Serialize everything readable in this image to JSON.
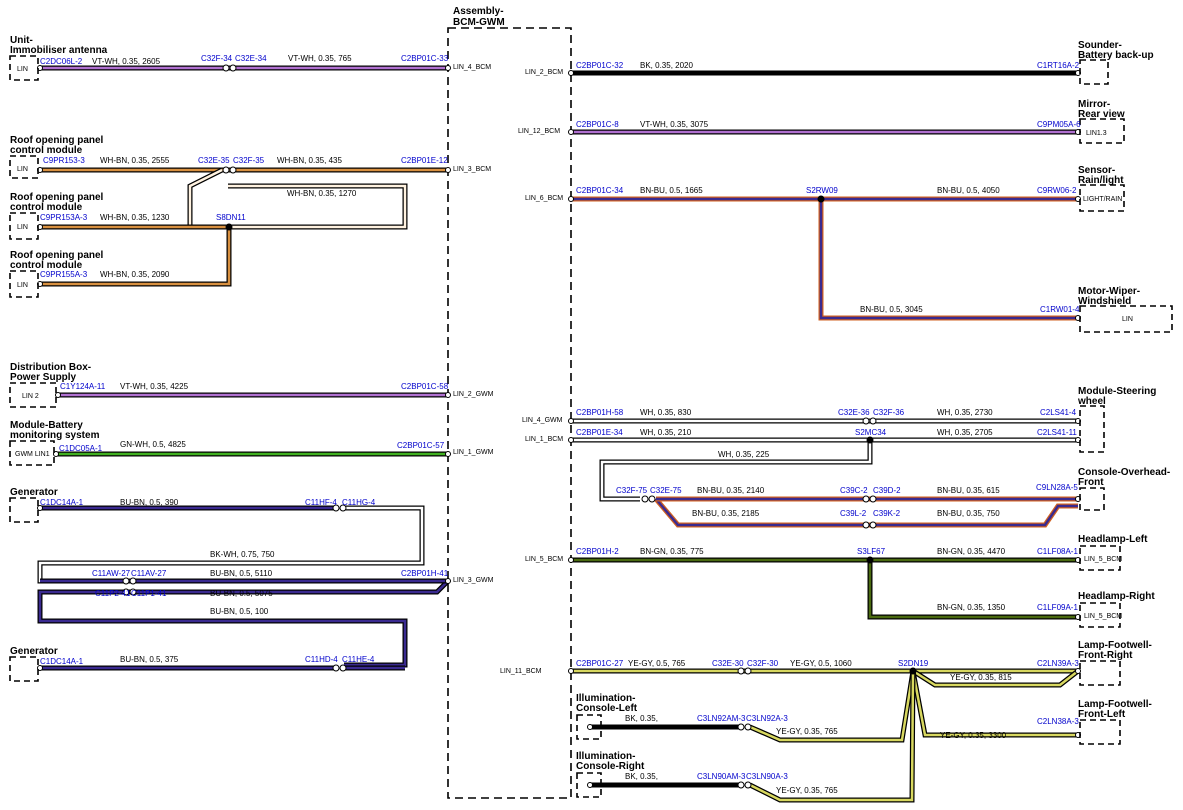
{
  "module": {
    "title_line1": "Assembly-",
    "title_line2": "BCM-GWM"
  },
  "pins": {
    "lin4bcm": "LIN_4_BCM",
    "lin3bcm": "LIN_3_BCM",
    "lin2gwm": "LIN_2_GWM",
    "lin1gwm": "LIN_1_GWM",
    "lin3gwm": "LIN_3_GWM",
    "lin2bcm": "LIN_2_BCM",
    "lin12bcm": "LIN_12_BCM",
    "lin6bcm": "LIN_6_BCM",
    "lin4gwm": "LIN_4_GWM",
    "lin1bcm": "LIN_1_BCM",
    "lin5bcm": "LIN_5_BCM",
    "lin11bcm": "LIN_11_BCM"
  },
  "components": {
    "immob": {
      "l1": "Unit-",
      "l2": "Immobiliser antenna",
      "box": "LIN"
    },
    "roof1": {
      "l1": "Roof opening panel",
      "l2": "control module",
      "box": "LIN"
    },
    "roof2": {
      "l1": "Roof opening panel",
      "l2": "control module",
      "box": "LIN"
    },
    "roof3": {
      "l1": "Roof opening panel",
      "l2": "control module",
      "box": "LIN"
    },
    "dist": {
      "l1": "Distribution Box-",
      "l2": "Power Supply",
      "box": "LIN 2"
    },
    "batt": {
      "l1": "Module-Battery",
      "l2": "monitoring system",
      "box": "GWM LIN1"
    },
    "gen1": {
      "l1": "Generator"
    },
    "gen2": {
      "l1": "Generator"
    },
    "sounder": {
      "l1": "Sounder-",
      "l2": "Battery back-up"
    },
    "mirror": {
      "l1": "Mirror-",
      "l2": "Rear view",
      "box": "LIN1.3"
    },
    "rain": {
      "l1": "Sensor-",
      "l2": "Rain/light",
      "box": "LIGHT/RAIN"
    },
    "wiper": {
      "l1": "Motor-Wiper-",
      "l2": "Windshield",
      "box": "LIN"
    },
    "steer": {
      "l1": "Module-Steering",
      "l2": "wheel"
    },
    "overhead": {
      "l1": "Console-Overhead-",
      "l2": "Front"
    },
    "hlleft": {
      "l1": "Headlamp-Left",
      "box": "LIN_5_BCM"
    },
    "hlright": {
      "l1": "Headlamp-Right",
      "box": "LIN_5_BCM"
    },
    "fwright": {
      "l1": "Lamp-Footwell-",
      "l2": "Front-Right"
    },
    "fwleft": {
      "l1": "Lamp-Footwell-",
      "l2": "Front-Left"
    },
    "illumL": {
      "l1": "Illumination-",
      "l2": "Console-Left"
    },
    "illumR": {
      "l1": "Illumination-",
      "l2": "Console-Right"
    }
  },
  "connectors": {
    "c1": "C2DC06L-2",
    "c2": "C32F-34",
    "c3": "C32E-34",
    "c4": "C2BP01C-33",
    "c5": "C9PR153-3",
    "c6": "C32E-35",
    "c7": "C32F-35",
    "c8": "C2BP01E-12",
    "c9": "C9PR153A-3",
    "c10": "S8DN11",
    "c11": "C9PR155A-3",
    "c12": "C1Y124A-11",
    "c13": "C2BP01C-58",
    "c14": "C1DC05A-1",
    "c15": "C2BP01C-57",
    "c16": "C1DC14A-1",
    "c17": "C11HF-4",
    "c18": "C11HG-4",
    "c19": "C11AW-27",
    "c20": "C11AV-27",
    "c21": "C2BP01H-41",
    "c22": "C11P2-41",
    "c23": "C11P1-41",
    "c24": "C1DC14A-1",
    "c25": "C11HD-4",
    "c26": "C11HE-4",
    "c27": "C2BP01C-32",
    "c28": "C1RT16A-2",
    "c29": "C2BP01C-8",
    "c30": "C9PM05A-6",
    "c31": "C2BP01C-34",
    "c32": "S2RW09",
    "c33": "C9RW06-2",
    "c34": "C1RW01-4",
    "c35": "C2BP01H-58",
    "c36": "C32E-36",
    "c37": "C32F-36",
    "c38": "C2LS41-4",
    "c39": "C2BP01E-34",
    "c40": "S2MC34",
    "c41": "C2LS41-11",
    "c42": "C32F-75",
    "c43": "C32E-75",
    "c44": "C39C-2",
    "c45": "C39D-2",
    "c46": "C9LN28A-5",
    "c47": "C39L-2",
    "c48": "C39K-2",
    "c49": "C2BP01H-2",
    "c50": "S3LF67",
    "c51": "C1LF08A-1",
    "c52": "C1LF09A-1",
    "c53": "C2BP01C-27",
    "c54": "C32E-30",
    "c55": "C32F-30",
    "c56": "S2DN19",
    "c57": "C2LN39A-3",
    "c58": "C2LN38A-3",
    "c59": "C3LN92AM-3",
    "c60": "C3LN92A-3",
    "c61": "C3LN90AM-3",
    "c62": "C3LN90A-3"
  },
  "wires": {
    "w1": "VT-WH,  0.35,  2605",
    "w2": "VT-WH,  0.35,  765",
    "w3": "WH-BN,  0.35,  2555",
    "w4": "WH-BN,  0.35,  435",
    "w5": "WH-BN,  0.35,  1270",
    "w6": "WH-BN,  0.35,  1230",
    "w7": "WH-BN,  0.35,  2090",
    "w8": "VT-WH,  0.35,  4225",
    "w9": "GN-WH,  0.5,  4825",
    "w10": "BU-BN,  0.5,  390",
    "w11": "BK-WH,  0.75,  750",
    "w12": "BU-BN,  0.5,  5110",
    "w13": "BU-BN,  0.5,  5075",
    "w14": "BU-BN,  0.5,  100",
    "w15": "BU-BN,  0.5,  375",
    "w16": "BK,  0.35,  2020",
    "w17": "VT-WH,  0.35,  3075",
    "w18": "BN-BU,  0.5,  1665",
    "w19": "BN-BU,  0.5,  4050",
    "w20": "BN-BU,  0.5,  3045",
    "w21": "WH,  0.35,  830",
    "w22": "WH,  0.35,  2730",
    "w23": "WH,  0.35,  210",
    "w24": "WH,  0.35,  2705",
    "w25": "WH,  0.35,  225",
    "w26": "BN-BU,  0.35,  2140",
    "w27": "BN-BU,  0.35,  615",
    "w28": "BN-BU,  0.35,  2185",
    "w29": "BN-BU,  0.35,  750",
    "w30": "BN-GN,  0.35,  775",
    "w31": "BN-GN,  0.35,  4470",
    "w32": "BN-GN,  0.35,  1350",
    "w33": "YE-GY,  0.5,  765",
    "w34": "YE-GY,  0.5,  1060",
    "w35": "YE-GY,  0.35,  815",
    "w36": "YE-GY,  0.35,  3300",
    "w37": "BK,  0.35,",
    "w38": "YE-GY,  0.35,  765",
    "w39": "BK,  0.35,",
    "w40": "YE-GY,  0.35,  765"
  },
  "colors": {
    "connector_text": "#0000cc",
    "violet": "#b070d0",
    "orange": "#d89040",
    "green": "#40b020",
    "blue": "#3a2a90",
    "olive": "#4a6a10",
    "yellow": "#d8d860",
    "black": "#000000"
  }
}
